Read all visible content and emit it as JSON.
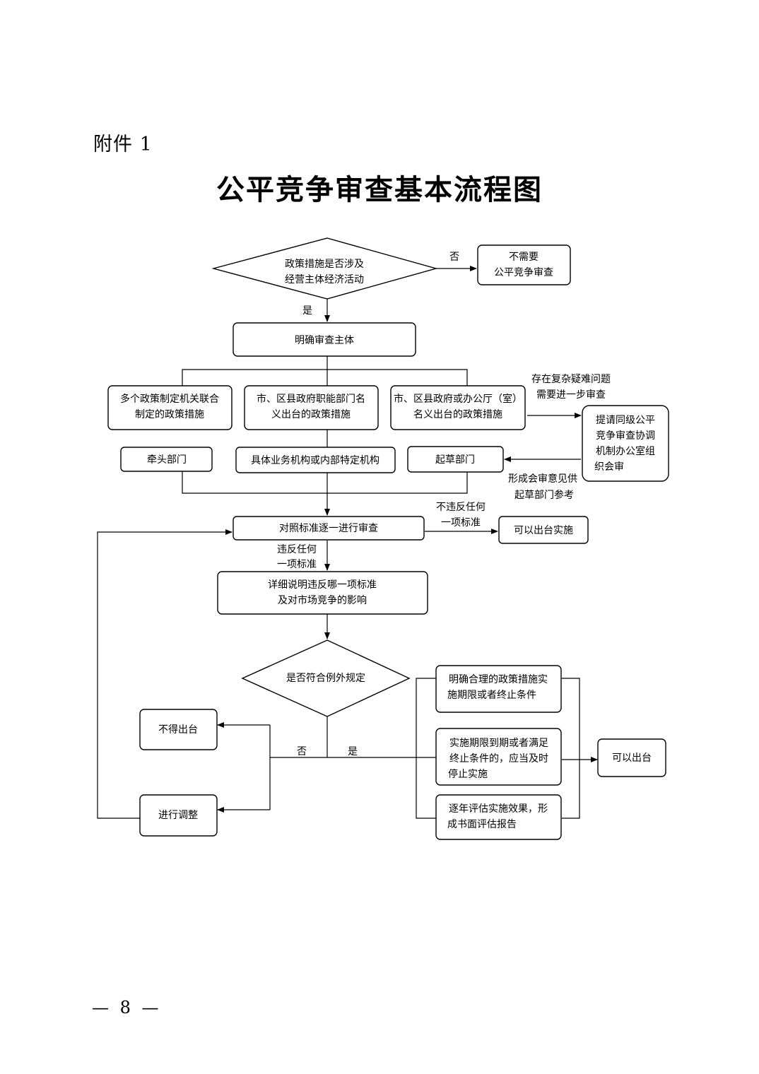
{
  "header": {
    "attachment": "附件 1",
    "title": "公平竞争审查基本流程图"
  },
  "flow": {
    "d_involves": [
      "政策措施是否涉及",
      "经营主体经济活动"
    ],
    "label_no_top": "否",
    "b_no_review": [
      "不需要",
      "公平竞争审查"
    ],
    "label_yes_top": "是",
    "b_subject": "明确审查主体",
    "b_joint": [
      "多个政策制定机关联合",
      "制定的政策措施"
    ],
    "b_functional": [
      "市、区县政府职能部门名",
      "义出台的政策措施"
    ],
    "b_general_office": [
      "市、区县政府或办公厅（室）",
      "名义出台的政策措施"
    ],
    "b_lead_dept": "牵头部门",
    "b_specific_org": "具体业务机构或内部特定机构",
    "b_drafting_dept": "起草部门",
    "label_complex": [
      "存在复杂疑难问题",
      "需要进一步审查"
    ],
    "b_joint_review": [
      "提请同级公平",
      "竞争审查协调",
      "机制办公室组",
      "织会审"
    ],
    "label_opinion": [
      "形成会审意见供",
      "起草部门参考"
    ],
    "b_review_each": "对照标准逐一进行审查",
    "label_no_violation": [
      "不违反任何",
      "一项标准"
    ],
    "b_can_issue_1": "可以出台实施",
    "label_violation": [
      "违反任何",
      "一项标准"
    ],
    "b_explain": [
      "详细说明违反哪一项标准",
      "及对市场竞争的影响"
    ],
    "d_exception": "是否符合例外规定",
    "label_no_exc": "否",
    "label_yes_exc": "是",
    "b_cannot_issue": "不得出台",
    "b_adjust": "进行调整",
    "b_period": [
      "明确合理的政策措施实",
      "施期限或者终止条件"
    ],
    "b_stop": [
      "实施期限到期或者满足",
      "终止条件的，应当及时",
      "停止实施"
    ],
    "b_evaluate": [
      "逐年评估实施效果，形",
      "成书面评估报告"
    ],
    "b_can_issue_2": "可以出台"
  },
  "footer": {
    "page_number": "— 8 —"
  }
}
